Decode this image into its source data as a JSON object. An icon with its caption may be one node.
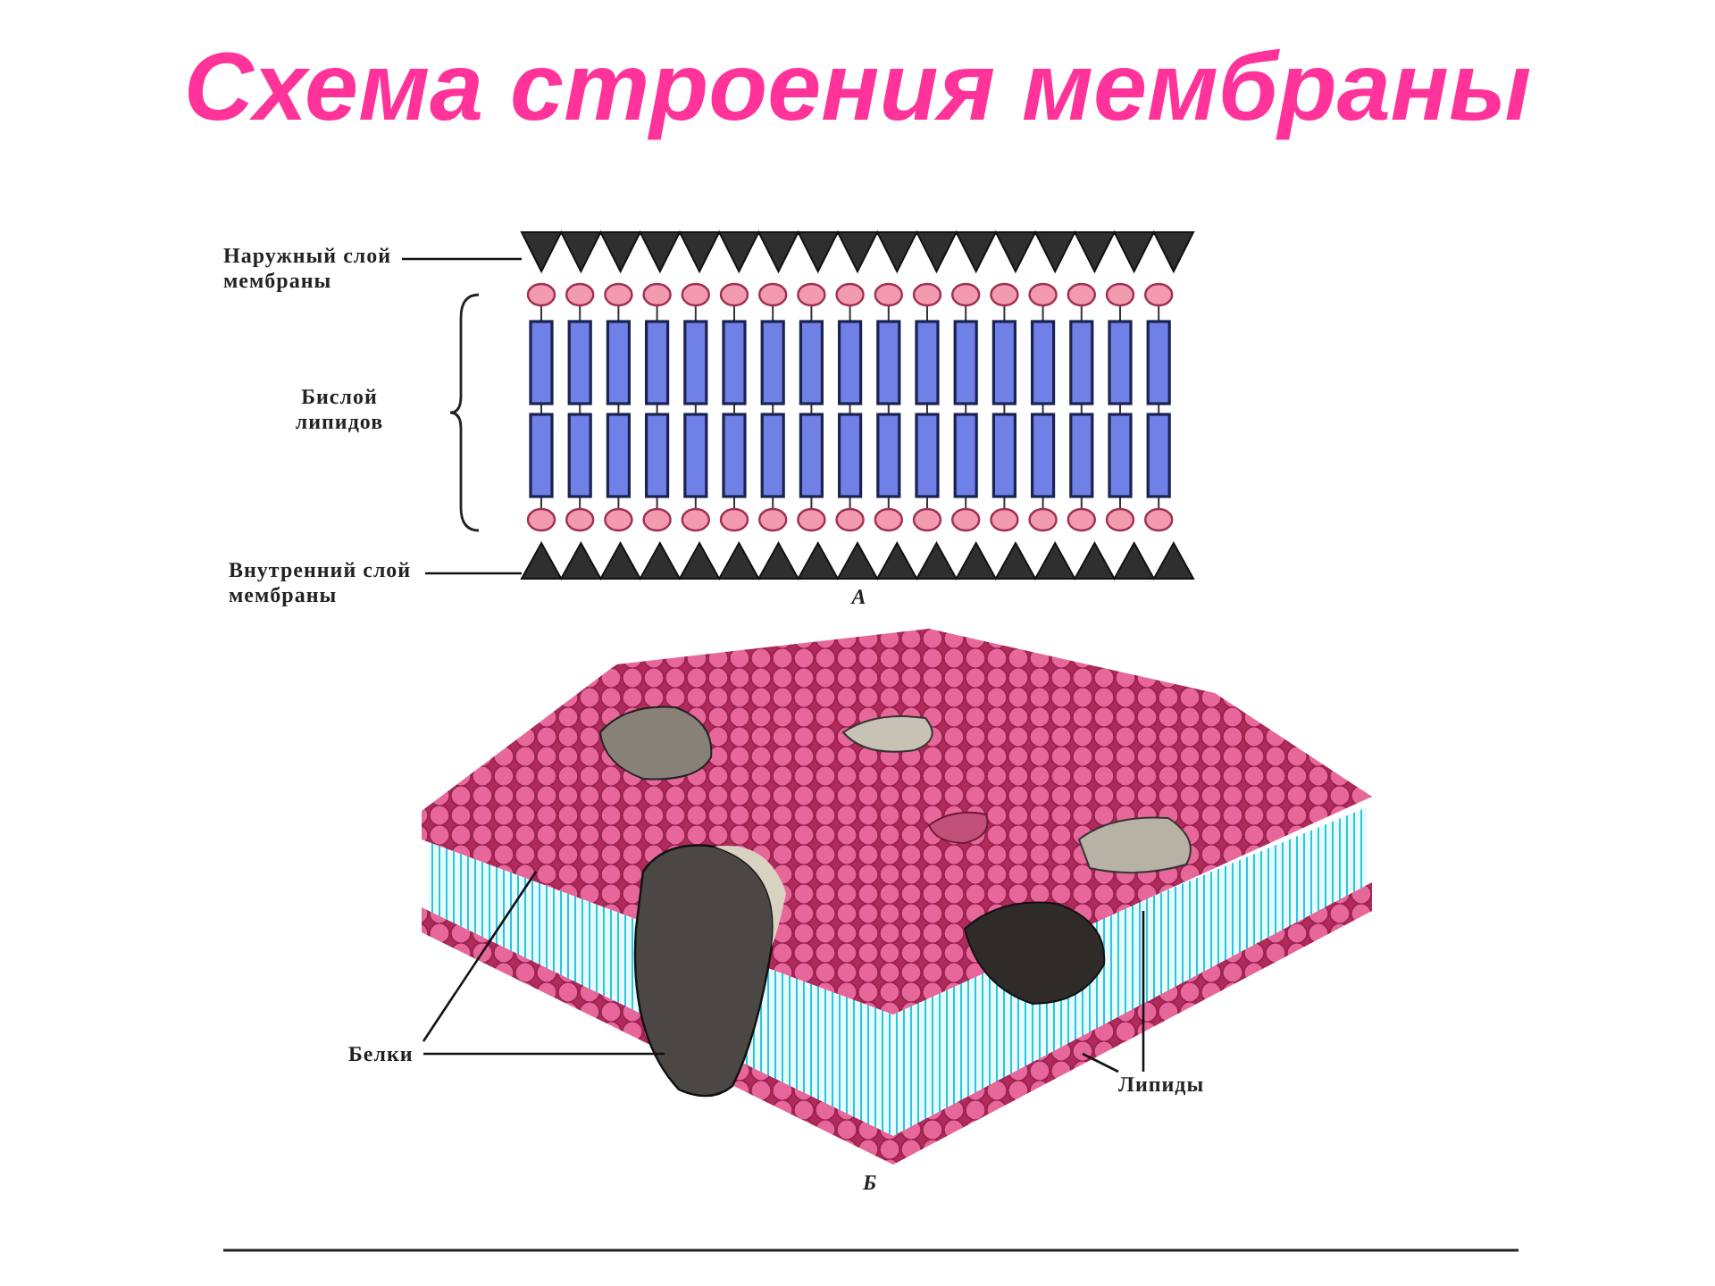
{
  "diagram": {
    "title": "Схема строения мембраны",
    "nodes": [
      {
        "text": [
          "Наружный слой мембраны"
        ]
      },
      {
        "text": [],
        "shape": "bar"
      },
      {
        "text": [
          "Внутренний слой мембраны"
        ]
      },
      {
        "text": [],
        "shape": "bar"
      },
      {
        "text": [
          "Белки"
        ]
      },
      {
        "text": [
          "Липиды"
        ]
      }
    ],
    "edges": [
      {
        "from": 0,
        "to": 1,
        "arrow": "none"
      },
      {
        "from": 2,
        "to": 3,
        "arrow": "none"
      },
      {
        "from": 4,
        "to": null,
        "arrow": "none"
      },
      {
        "from": 4,
        "to": null,
        "arrow": "none"
      },
      {
        "from": 5,
        "to": null,
        "arrow": "none"
      },
      {
        "from": 5,
        "to": null,
        "arrow": "none"
      }
    ],
    "labels": [
      "Бислой липидов",
      "А",
      "Б"
    ]
  }
}
